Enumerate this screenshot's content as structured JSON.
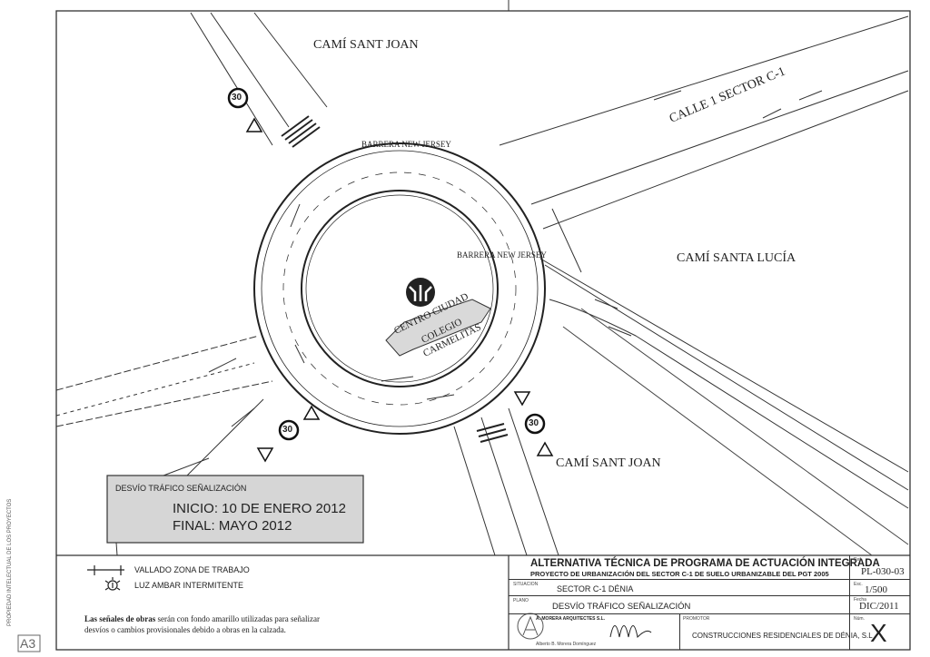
{
  "drawing": {
    "streets": {
      "cami_sant_joan_top": "CAMÍ SANT JOAN",
      "calle_1": "CALLE 1 SECTOR C-1",
      "cami_santa_lucia": "CAMÍ SANTA LUCÍA",
      "cami_sant_joan_bottom": "CAMÍ SANT JOAN"
    },
    "barrier_labels": [
      "BARRERA NEW JERSEY",
      "BARRERA NEW JERSEY"
    ],
    "direction_sign": [
      "CENTRO CIUDAD",
      "COLEGIO",
      "CARMELITAS"
    ],
    "speed_limit": "30",
    "notice_box": {
      "title": "DESVÍO TRÁFICO SEÑALIZACIÓN",
      "start": "INICIO: 10 DE ENERO 2012",
      "end": "FINAL: MAYO 2012"
    }
  },
  "legend": {
    "items": [
      {
        "icon": "fence-icon",
        "label": "VALLADO ZONA DE TRABAJO"
      },
      {
        "icon": "amber-light-icon",
        "label": "LUZ AMBAR INTERMITENTE"
      }
    ],
    "note_bold": "Las señales de obras",
    "note_rest": " serán con fondo amarillo utilizadas para señalizar",
    "note_line2": "desvíos o cambios provisionales debido a obras en la calzada."
  },
  "title_block": {
    "title": "ALTERNATIVA TÉCNICA DE PROGRAMA DE ACTUACIÓN INTEGRADA",
    "subtitle": "PROYECTO DE URBANIZACIÓN DEL SECTOR C-1 DE SUELO URBANIZABLE DEL PGT 2005",
    "ref_label": "Ref.",
    "ref": "PL-030-03",
    "situacion_label": "SITUACION",
    "situacion": "SECTOR C-1 DÉNIA",
    "escala_label": "Esc.",
    "escala": "1/500",
    "plano_label": "PLANO",
    "plano": "DESVÍO TRÁFICO SEÑALIZACIÓN",
    "fecha_label": "Fecha",
    "fecha": "DIC/2011",
    "architect": "A. MORERA ARQUITECTES S.L.",
    "architect_name": "Alberto B. Morera Domínguez",
    "promotor_label": "PROMOTOR",
    "promotor": "CONSTRUCCIONES RESIDENCIALES DE DÉNIA, S.L",
    "num_label": "Núm.",
    "num": "X"
  },
  "margin": {
    "copyright": "PROPIEDAD INTELECTUAL DE LOS PROYECTOS",
    "sheet_size": "A3"
  }
}
